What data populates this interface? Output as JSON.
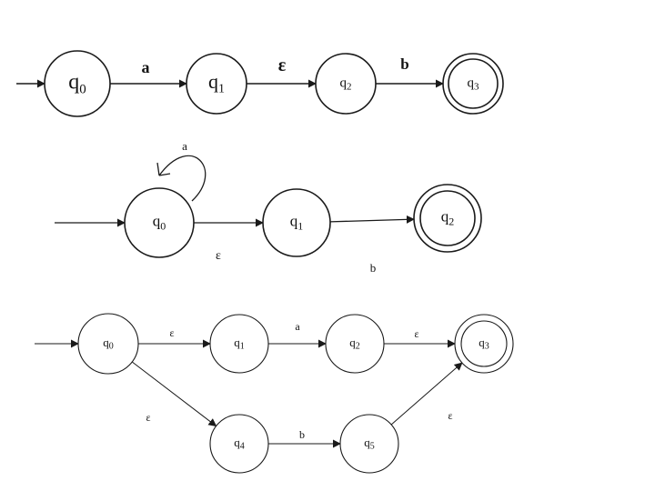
{
  "diagrams": [
    {
      "id": "nfa-1",
      "states": [
        {
          "id": "q0",
          "base": "q",
          "sub": "0",
          "accepting": false,
          "start": true
        },
        {
          "id": "q1",
          "base": "q",
          "sub": "1",
          "accepting": false
        },
        {
          "id": "q2",
          "base": "q",
          "sub": "2",
          "accepting": false
        },
        {
          "id": "q3",
          "base": "q",
          "sub": "3",
          "accepting": true
        }
      ],
      "transitions": [
        {
          "from": "q0",
          "to": "q1",
          "label": "a"
        },
        {
          "from": "q1",
          "to": "q2",
          "label": "ε"
        },
        {
          "from": "q2",
          "to": "q3",
          "label": "b"
        }
      ]
    },
    {
      "id": "nfa-2",
      "states": [
        {
          "id": "q0",
          "base": "q",
          "sub": "0",
          "accepting": false,
          "start": true
        },
        {
          "id": "q1",
          "base": "q",
          "sub": "1",
          "accepting": false
        },
        {
          "id": "q2",
          "base": "q",
          "sub": "2",
          "accepting": true
        }
      ],
      "transitions": [
        {
          "from": "q0",
          "to": "q0",
          "label": "a"
        },
        {
          "from": "q0",
          "to": "q1",
          "label": "ε"
        },
        {
          "from": "q1",
          "to": "q2",
          "label": "b"
        }
      ]
    },
    {
      "id": "nfa-3",
      "states": [
        {
          "id": "q0",
          "base": "q",
          "sub": "0",
          "accepting": false,
          "start": true
        },
        {
          "id": "q1",
          "base": "q",
          "sub": "1",
          "accepting": false
        },
        {
          "id": "q2",
          "base": "q",
          "sub": "2",
          "accepting": false
        },
        {
          "id": "q3",
          "base": "q",
          "sub": "3",
          "accepting": true
        },
        {
          "id": "q4",
          "base": "q",
          "sub": "4",
          "accepting": false
        },
        {
          "id": "q5",
          "base": "q",
          "sub": "5",
          "accepting": false
        }
      ],
      "transitions": [
        {
          "from": "q0",
          "to": "q1",
          "label": "ε"
        },
        {
          "from": "q1",
          "to": "q2",
          "label": "a"
        },
        {
          "from": "q2",
          "to": "q3",
          "label": "ε"
        },
        {
          "from": "q0",
          "to": "q4",
          "label": "ε"
        },
        {
          "from": "q4",
          "to": "q5",
          "label": "b"
        },
        {
          "from": "q5",
          "to": "q3",
          "label": "ε"
        }
      ]
    }
  ]
}
